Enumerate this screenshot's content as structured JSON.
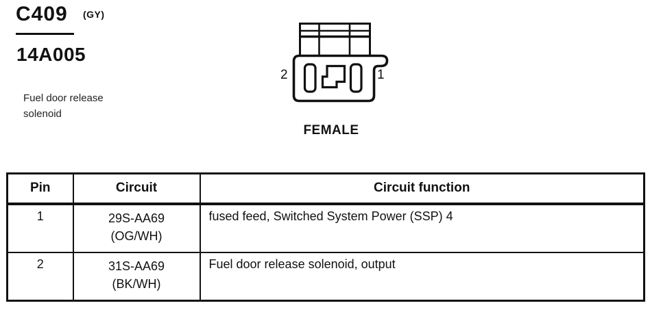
{
  "header": {
    "connector_id": "C409",
    "connector_color_code": "(GY)",
    "part_number": "14A005",
    "description": "Fuel door release solenoid"
  },
  "connector": {
    "view_label": "FEMALE",
    "pin_left_label": "2",
    "pin_right_label": "1"
  },
  "table": {
    "headers": [
      "Pin",
      "Circuit",
      "Circuit function"
    ],
    "rows": [
      {
        "pin": "1",
        "circuit_code": "29S-AA69",
        "circuit_color": "(OG/WH)",
        "circuit_function": "fused feed, Switched System Power (SSP) 4"
      },
      {
        "pin": "2",
        "circuit_code": "31S-AA69",
        "circuit_color": "(BK/WH)",
        "circuit_function": "Fuel door release solenoid, output"
      }
    ]
  },
  "colors": {
    "ink": "#111111",
    "background": "#ffffff"
  }
}
